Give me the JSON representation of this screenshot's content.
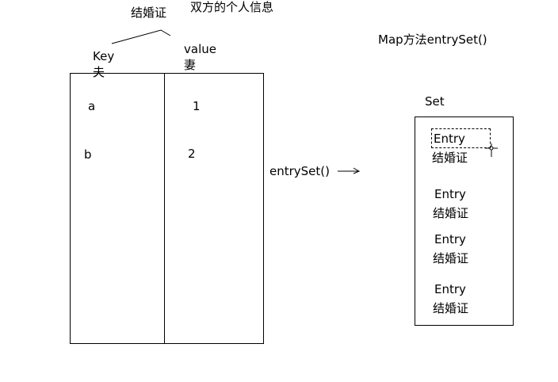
{
  "annotations": {
    "marriage_cert_top": "结婚证",
    "personal_info": "双方的个人信息"
  },
  "map": {
    "key_header": "Key",
    "key_subtitle": "夫",
    "value_header": "value",
    "value_subtitle": "妻",
    "rows": [
      {
        "key": "a",
        "value": "1"
      },
      {
        "key": "b",
        "value": "2"
      }
    ]
  },
  "method": {
    "title": "Map方法entrySet()",
    "call_label": "entrySet()"
  },
  "set": {
    "title": "Set",
    "entries": [
      {
        "label": "Entry",
        "sub": "结婚证",
        "selected": true
      },
      {
        "label": "Entry",
        "sub": "结婚证",
        "selected": false
      },
      {
        "label": "Entry",
        "sub": "结婚证",
        "selected": false
      },
      {
        "label": "Entry",
        "sub": "结婚证",
        "selected": false
      }
    ]
  },
  "colors": {
    "stroke": "#000000",
    "background": "#ffffff"
  }
}
